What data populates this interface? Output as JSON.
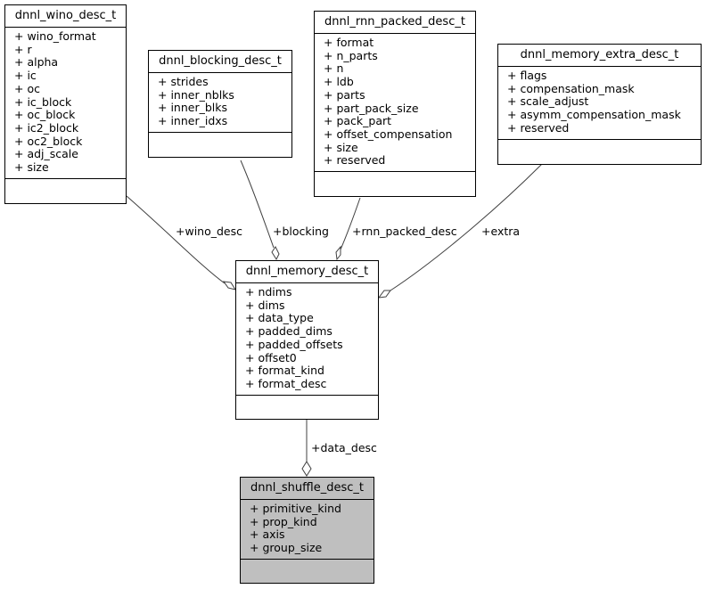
{
  "classes": {
    "wino": {
      "name": "dnnl_wino_desc_t",
      "attributes": [
        "+ wino_format",
        "+ r",
        "+ alpha",
        "+ ic",
        "+ oc",
        "+ ic_block",
        "+ oc_block",
        "+ ic2_block",
        "+ oc2_block",
        "+ adj_scale",
        "+ size"
      ]
    },
    "blocking": {
      "name": "dnnl_blocking_desc_t",
      "attributes": [
        "+ strides",
        "+ inner_nblks",
        "+ inner_blks",
        "+ inner_idxs"
      ]
    },
    "rnn": {
      "name": "dnnl_rnn_packed_desc_t",
      "attributes": [
        "+ format",
        "+ n_parts",
        "+ n",
        "+ ldb",
        "+ parts",
        "+ part_pack_size",
        "+ pack_part",
        "+ offset_compensation",
        "+ size",
        "+ reserved"
      ]
    },
    "extra": {
      "name": "dnnl_memory_extra_desc_t",
      "attributes": [
        "+ flags",
        "+ compensation_mask",
        "+ scale_adjust",
        "+ asymm_compensation_mask",
        "+ reserved"
      ]
    },
    "memory": {
      "name": "dnnl_memory_desc_t",
      "attributes": [
        "+ ndims",
        "+ dims",
        "+ data_type",
        "+ padded_dims",
        "+ padded_offsets",
        "+ offset0",
        "+ format_kind",
        "+ format_desc"
      ]
    },
    "shuffle": {
      "name": "dnnl_shuffle_desc_t",
      "attributes": [
        "+ primitive_kind",
        "+ prop_kind",
        "+ axis",
        "+ group_size"
      ]
    }
  },
  "edges": {
    "wino_desc": "+wino_desc",
    "blocking": "+blocking",
    "rnn_packed_desc": "+rnn_packed_desc",
    "extra": "+extra",
    "data_desc": "+data_desc"
  },
  "colors": {
    "highlight_fill": "#bfbfbf",
    "line": "#404040",
    "border": "#000000"
  }
}
